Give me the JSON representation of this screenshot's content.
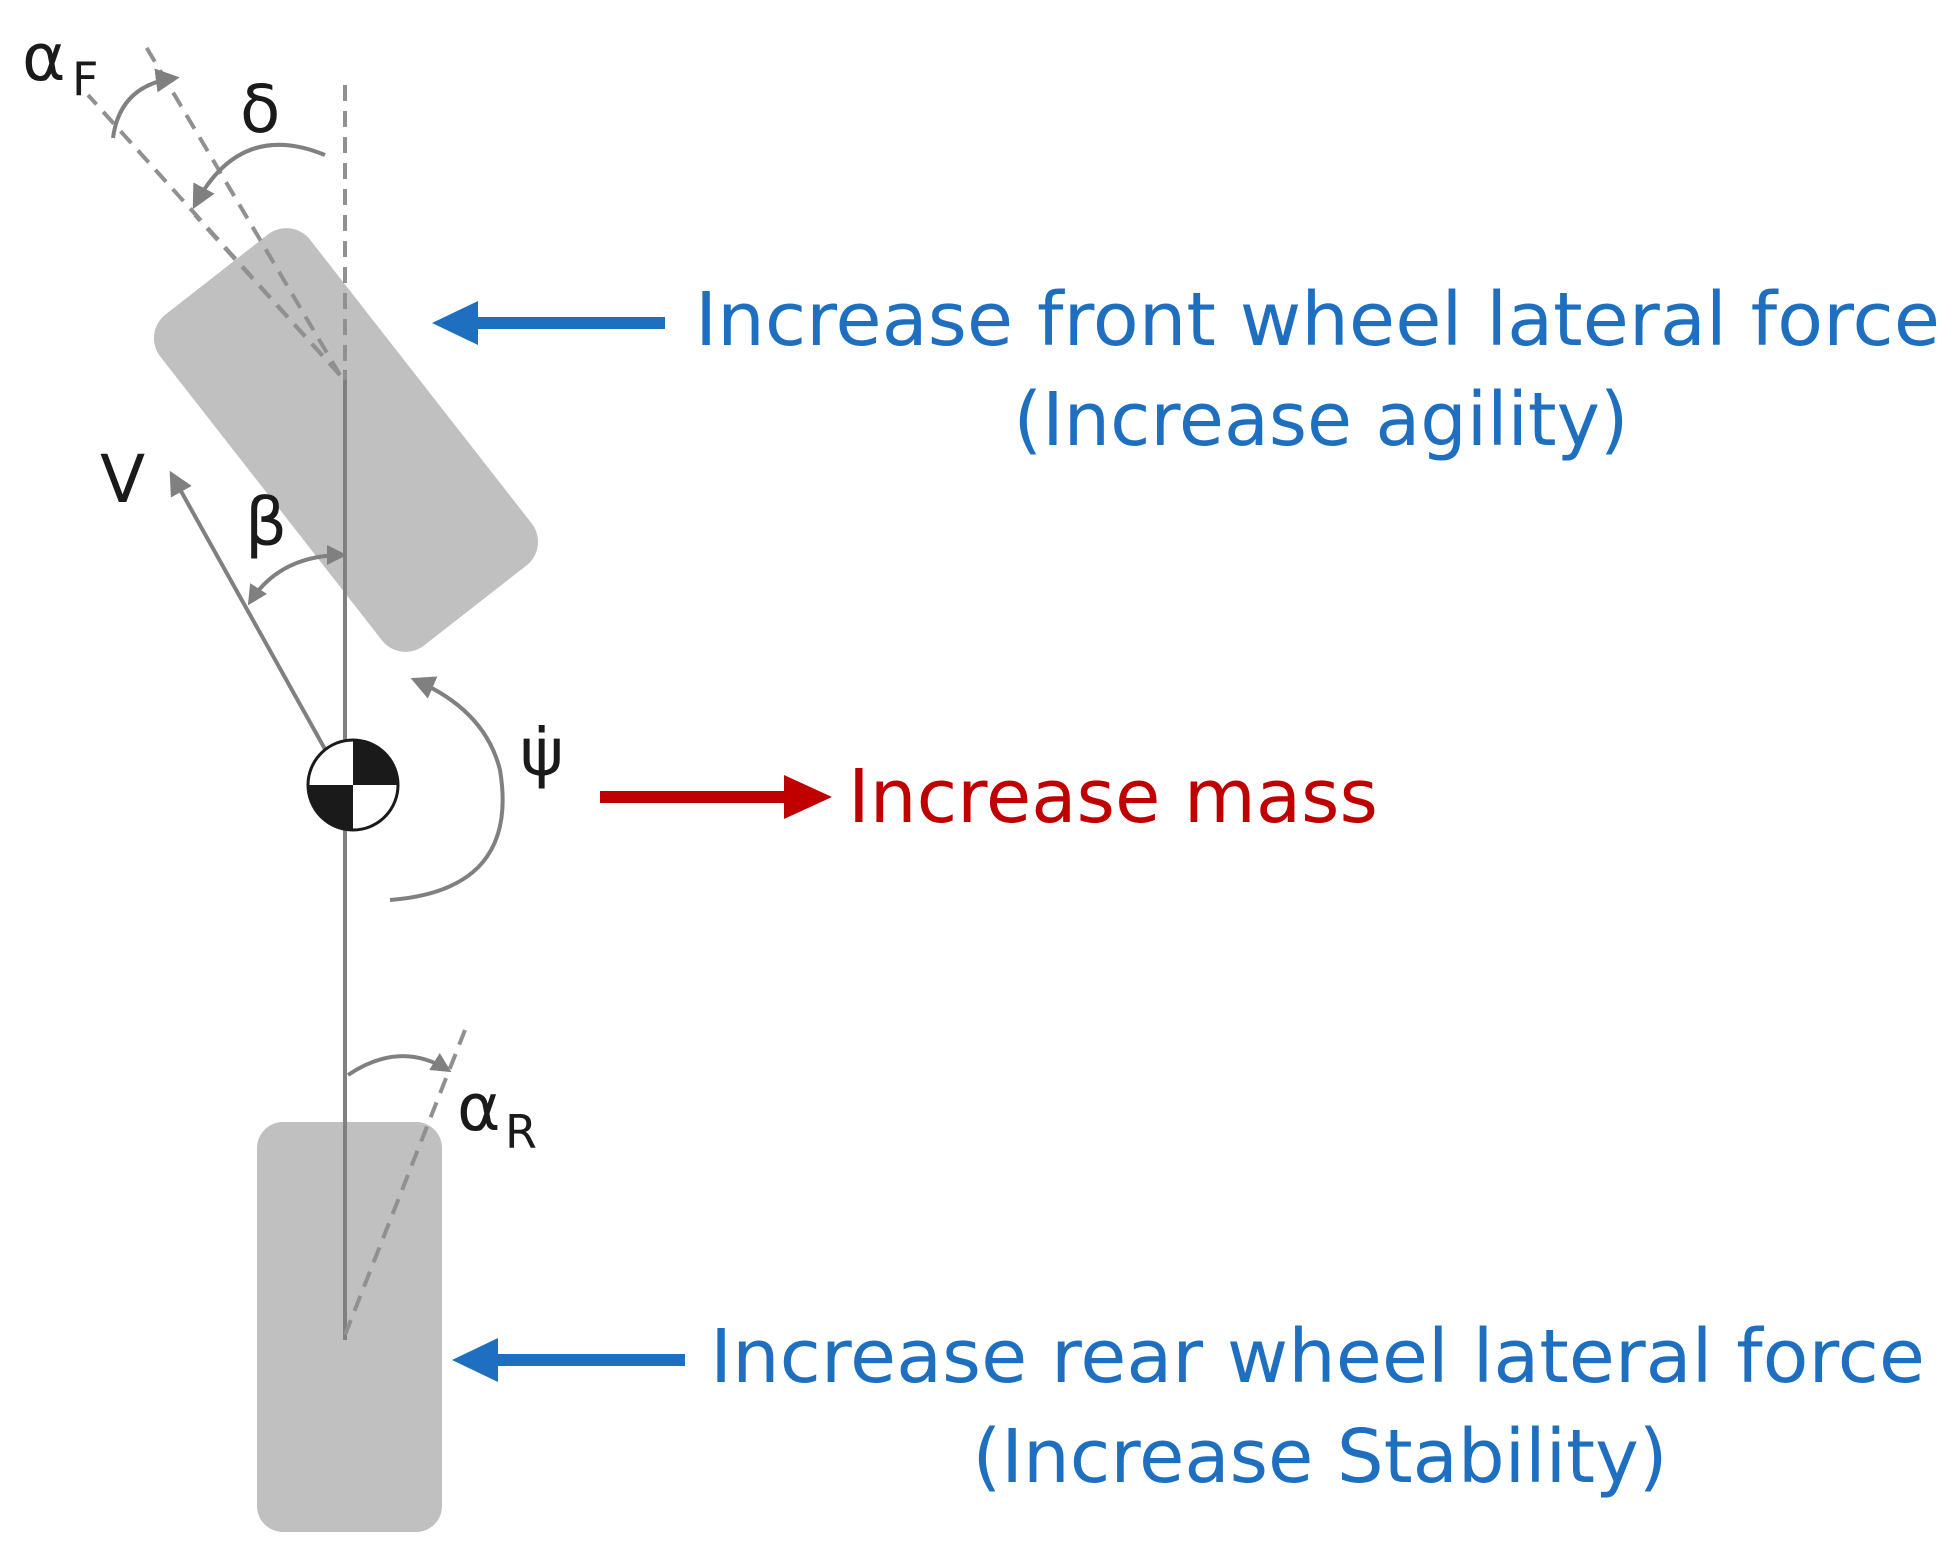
{
  "labels": {
    "front_line1": "Increase front wheel lateral force",
    "front_line2": "(Increase agility)",
    "mass": "Increase mass",
    "rear_line1": "Increase rear wheel lateral force",
    "rear_line2": "(Increase Stability)"
  },
  "symbols": {
    "alpha_f_base": "α",
    "alpha_f_sub": "F",
    "delta": "δ",
    "velocity": "V",
    "beta": "β",
    "psi_dot": "ψ̇",
    "alpha_r_base": "α",
    "alpha_r_sub": "R"
  },
  "colors": {
    "blue": "#1f6fc0",
    "red": "#c00000",
    "wheel": "#c0c0c0",
    "line": "#808080",
    "text": "#1a1a1a"
  }
}
